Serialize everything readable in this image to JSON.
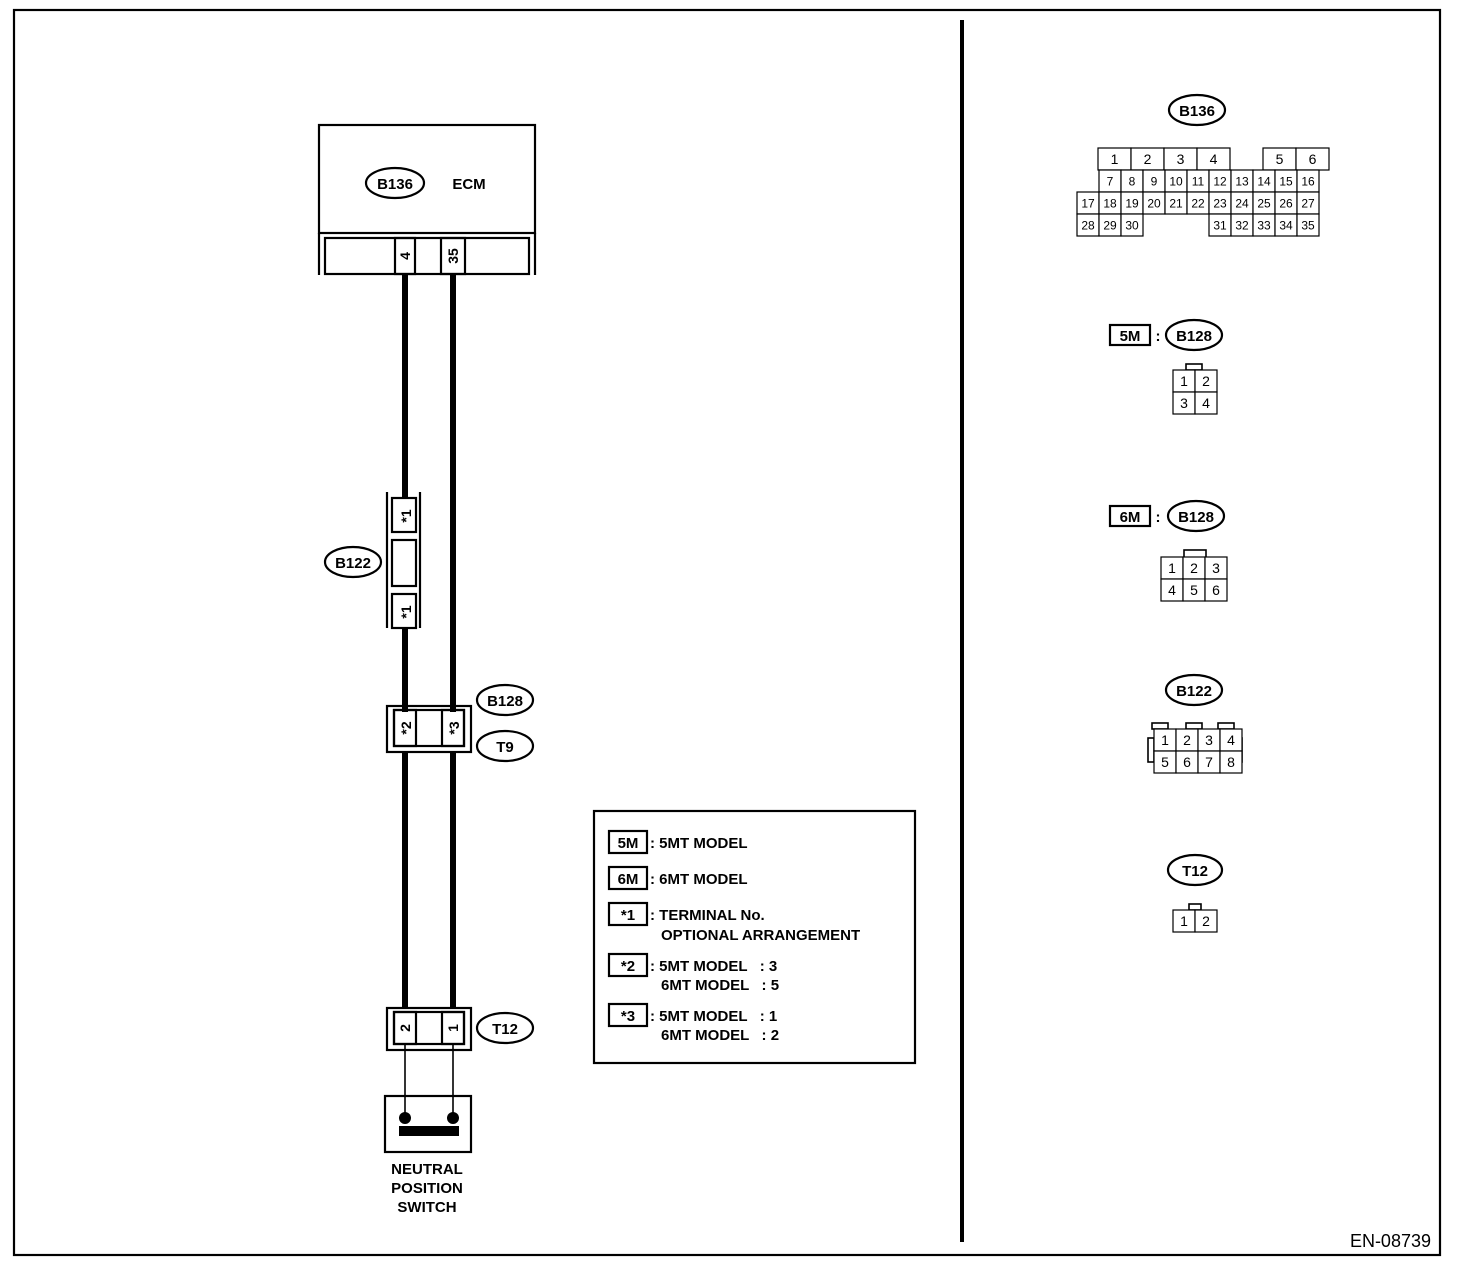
{
  "doc_code": "EN-08739",
  "ecm": {
    "connector": "B136",
    "label": "ECM",
    "pins": [
      "4",
      "35"
    ]
  },
  "intermediate_b122": {
    "connector": "B122",
    "top_pin": "*1",
    "bottom_pin": "*1"
  },
  "intermediate_b128": {
    "connector_a": "B128",
    "connector_b": "T9",
    "pins": [
      "*2",
      "*3"
    ]
  },
  "switch_connector": {
    "connector": "T12",
    "pins": [
      "2",
      "1"
    ]
  },
  "switch": {
    "line1": "NEUTRAL",
    "line2": "POSITION",
    "line3": "SWITCH"
  },
  "legend": [
    {
      "key": "5M",
      "text1": ": 5MT MODEL",
      "text2": ""
    },
    {
      "key": "6M",
      "text1": ": 6MT MODEL",
      "text2": ""
    },
    {
      "key": "*1",
      "text1": ": TERMINAL No.",
      "text2": "OPTIONAL ARRANGEMENT"
    },
    {
      "key": "*2",
      "text1": ": 5MT MODEL   : 3",
      "text2": "6MT MODEL   : 5"
    },
    {
      "key": "*3",
      "text1": ": 5MT MODEL   : 1",
      "text2": "6MT MODEL   : 2"
    }
  ],
  "connector_views": {
    "b136": {
      "label": "B136",
      "rows": [
        [
          "",
          "1",
          "2",
          "3",
          "4",
          "",
          "5",
          "6"
        ],
        [
          "",
          "7",
          "8",
          "9",
          "10",
          "11",
          "12",
          "13",
          "14",
          "15",
          "16"
        ],
        [
          "17",
          "18",
          "19",
          "20",
          "21",
          "22",
          "23",
          "24",
          "25",
          "26",
          "27"
        ],
        [
          "28",
          "29",
          "30",
          "",
          "",
          "",
          "31",
          "32",
          "33",
          "34",
          "35"
        ]
      ]
    },
    "b128_5m": {
      "tag": "5M",
      "sep": ":",
      "label": "B128",
      "cells": [
        "1",
        "2",
        "3",
        "4"
      ]
    },
    "b128_6m": {
      "tag": "6M",
      "sep": ":",
      "label": "B128",
      "cells": [
        "1",
        "2",
        "3",
        "4",
        "5",
        "6"
      ]
    },
    "b122": {
      "label": "B122",
      "cells": [
        "1",
        "2",
        "3",
        "4",
        "5",
        "6",
        "7",
        "8"
      ]
    },
    "t12": {
      "label": "T12",
      "cells": [
        "1",
        "2"
      ]
    }
  }
}
